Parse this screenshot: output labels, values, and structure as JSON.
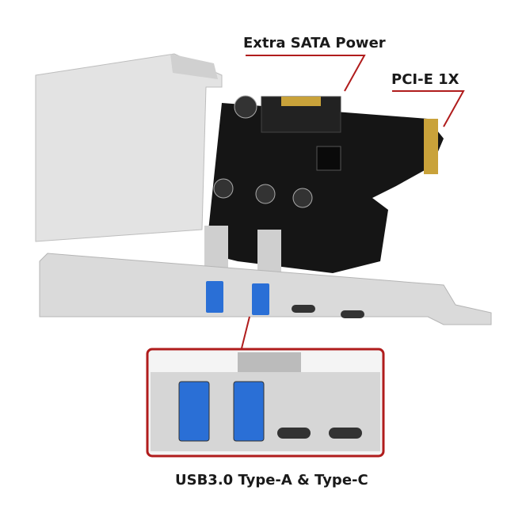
{
  "labels": {
    "sata_power": "Extra SATA Power",
    "pcie": "PCI-E 1X",
    "ports": "USB3.0 Type-A & Type-C"
  },
  "colors": {
    "callout_line": "#b01c1c",
    "pcb": "#151515",
    "usb_blue": "#2a6fd6",
    "bracket": "#d9d9d9",
    "gold_contacts": "#c9a23a"
  }
}
